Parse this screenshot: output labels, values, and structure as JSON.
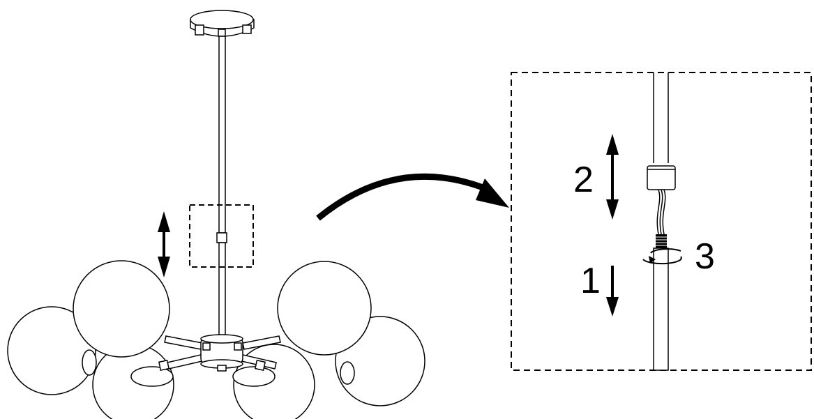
{
  "diagram": {
    "step_labels": {
      "step_1": "1",
      "step_2": "2",
      "step_3": "3"
    },
    "colors": {
      "line": "#000000",
      "fill": "#ffffff",
      "accent": "#000000"
    }
  }
}
